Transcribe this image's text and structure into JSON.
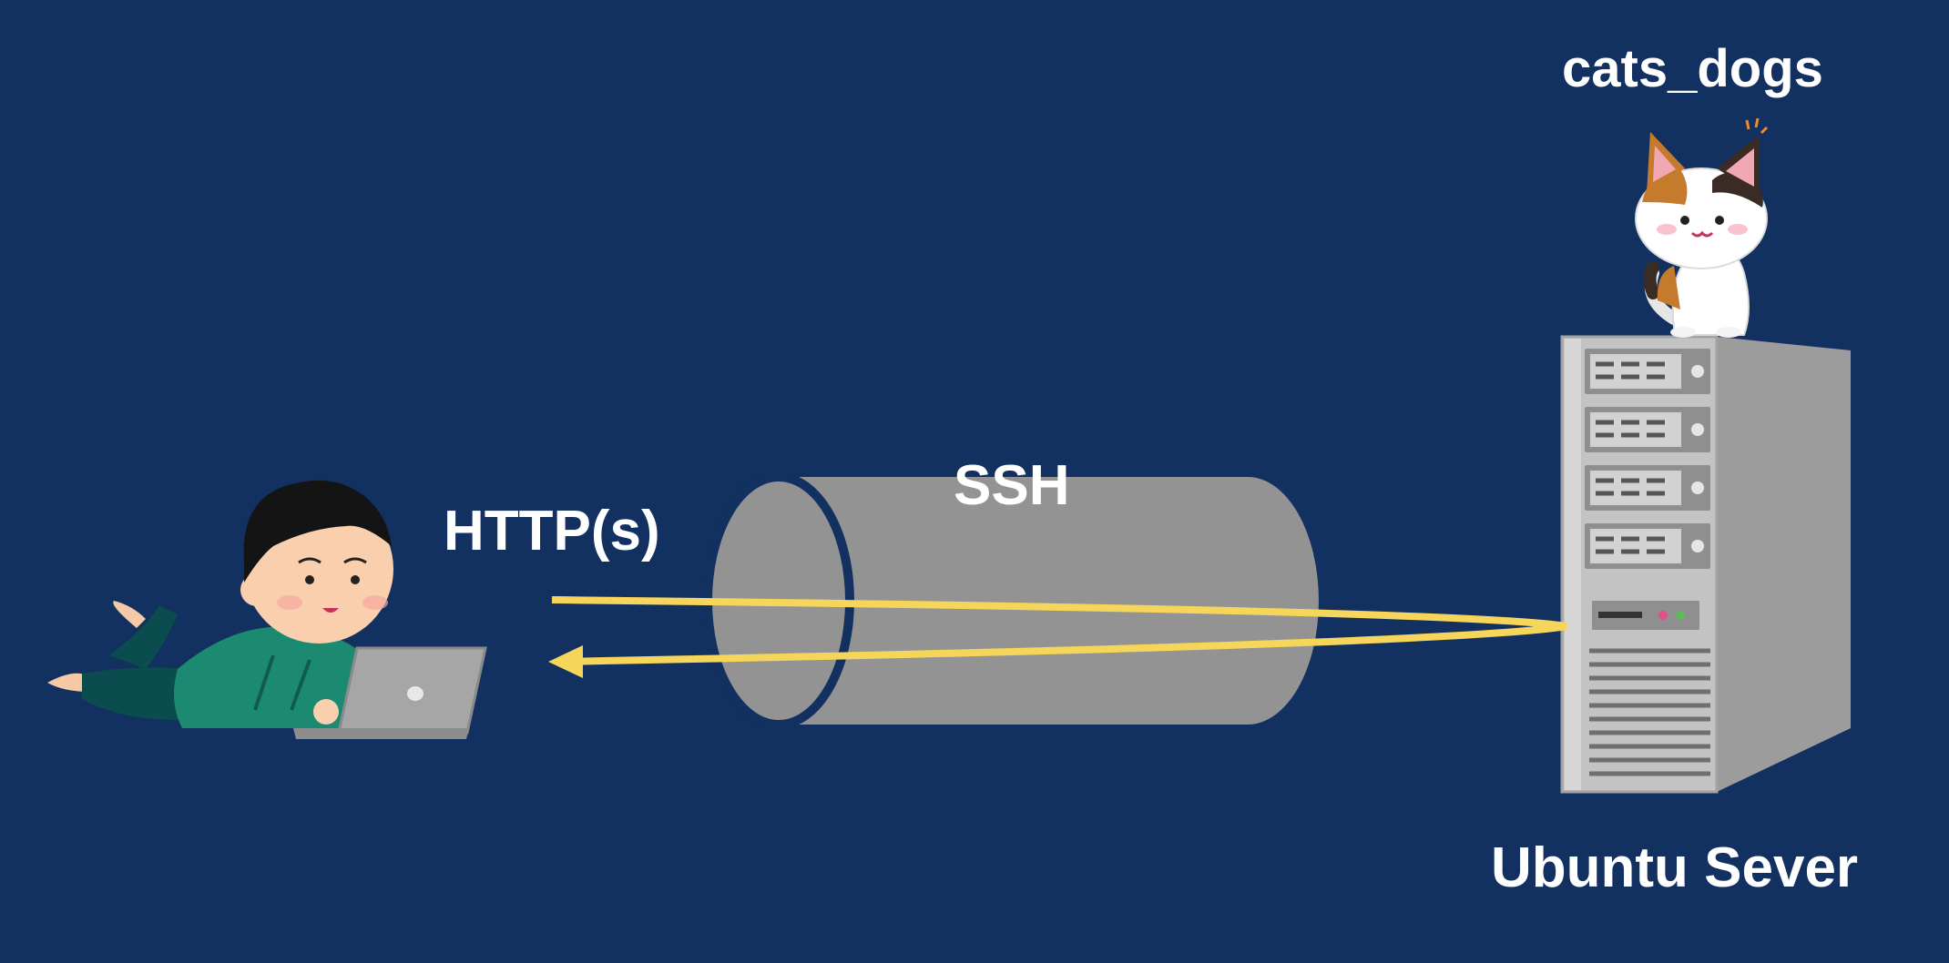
{
  "labels": {
    "server_name": "cats_dogs",
    "protocol": "HTTP(s)",
    "tunnel": "SSH",
    "server_os": "Ubuntu Sever"
  },
  "colors": {
    "background": "#123160",
    "tunnel": "#939393",
    "arrow": "#f5d55a",
    "text": "#ffffff"
  },
  "icons": {
    "user": "person-with-laptop-icon",
    "mascot": "calico-cat-icon",
    "server": "server-tower-icon"
  }
}
